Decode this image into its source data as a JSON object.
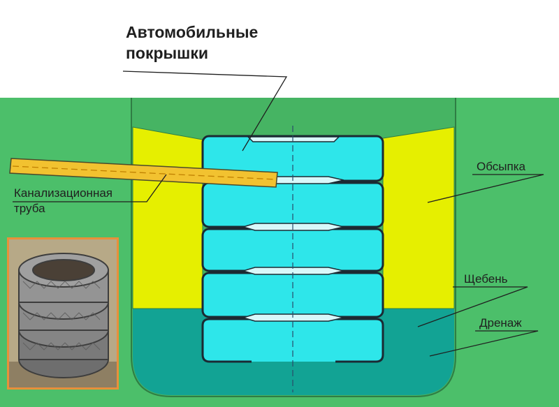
{
  "labels": {
    "title_line1": "Автомобильные",
    "title_line2": "покрышки",
    "pipe_line1": "Канализационная",
    "pipe_line2": "труба",
    "backfill": "Обсыпка",
    "gravel": "Щебень",
    "drainage": "Дренаж"
  },
  "colors": {
    "ground": "#4cbf6a",
    "backfill": "#e6ef00",
    "gravel_zone": "#12a394",
    "tire": "#2ee6ea",
    "tire_outline": "#1b2a33",
    "pipe": "#f2c230",
    "photo_frame": "#e8903a"
  },
  "photo": {
    "icon": "tire-stack-photo"
  }
}
